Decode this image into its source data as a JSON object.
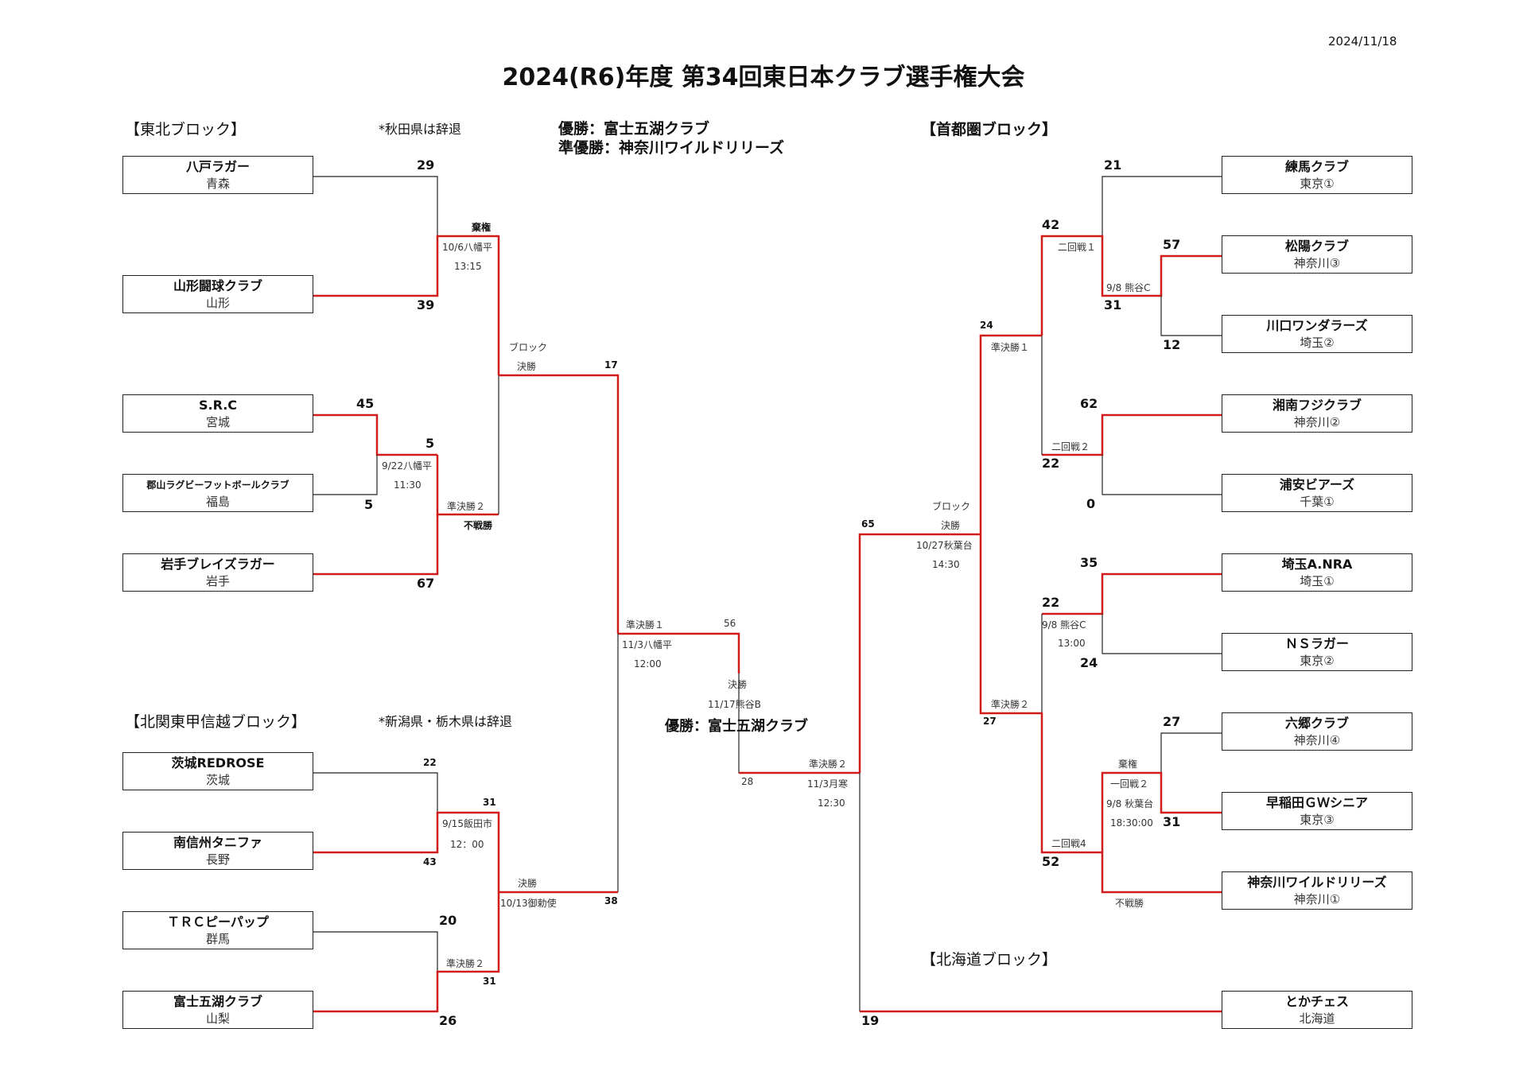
{
  "date": "2024/11/18",
  "title": "2024(R6)年度 第34回東日本クラブ選手権大会",
  "champion_line": "優勝：富士五湖クラブ",
  "runnerup_line": "準優勝：神奈川ワイルドリリーズ",
  "colors": {
    "winner_line": "#d11a1a",
    "line": "#222222"
  },
  "blocks": {
    "tohoku": {
      "heading": "【東北ブロック】",
      "note": "*秋田県は辞退"
    },
    "kitakanto": {
      "heading": "【北関東甲信越ブロック】",
      "note": "*新潟県・栃木県は辞退"
    },
    "shutoken": {
      "heading": "【首都圏ブロック】"
    },
    "hokkaido": {
      "heading": "【北海道ブロック】"
    }
  },
  "teams": {
    "hachinohe": {
      "name": "八戸ラガー",
      "pref": "青森"
    },
    "yamagata": {
      "name": "山形闘球クラブ",
      "pref": "山形"
    },
    "src": {
      "name": "S.R.C",
      "pref": "宮城"
    },
    "koriyama": {
      "name": "郡山ラグビーフットボールクラブ",
      "pref": "福島"
    },
    "iwate": {
      "name": "岩手ブレイズラガー",
      "pref": "岩手"
    },
    "ibaraki": {
      "name": "茨城REDROSE",
      "pref": "茨城"
    },
    "minamishinshu": {
      "name": "南信州タニファ",
      "pref": "長野"
    },
    "trc": {
      "name": "ＴＲＣピーパップ",
      "pref": "群馬"
    },
    "fujigoko": {
      "name": "富士五湖クラブ",
      "pref": "山梨"
    },
    "nerima": {
      "name": "練馬クラブ",
      "pref": "東京①"
    },
    "shoyo": {
      "name": "松陽クラブ",
      "pref": "神奈川③"
    },
    "kawaguchi": {
      "name": "川口ワンダラーズ",
      "pref": "埼玉②"
    },
    "shonan": {
      "name": "湘南フジクラブ",
      "pref": "神奈川②"
    },
    "urayasu": {
      "name": "浦安ビアーズ",
      "pref": "千葉①"
    },
    "saitama": {
      "name": "埼玉A.NRA",
      "pref": "埼玉①"
    },
    "ns": {
      "name": "ＮＳラガー",
      "pref": "東京②"
    },
    "rokugo": {
      "name": "六郷クラブ",
      "pref": "神奈川④"
    },
    "waseda": {
      "name": "早稲田ＧＷシニア",
      "pref": "東京③"
    },
    "kanagawa": {
      "name": "神奈川ワイルドリリーズ",
      "pref": "神奈川①"
    },
    "tokachi": {
      "name": "とかチェス",
      "pref": "北海道"
    }
  },
  "scores": {
    "hachinohe": "29",
    "yamagata": "39",
    "src": "45",
    "koriyama": "5",
    "src_r2": "5",
    "iwate": "67",
    "tohoku_final_a": "17",
    "ibaraki": "22",
    "minamishinshu": "43",
    "kita_sf1": "31",
    "trc": "20",
    "fujigoko": "26",
    "kita_sf2": "31",
    "kita_final_b": "38",
    "nerima": "21",
    "shoyo": "57",
    "kawaguchi": "12",
    "r2_1_lower": "31",
    "r2_1_upper": "42",
    "shonan": "62",
    "urayasu": "0",
    "r2_2": "22",
    "shuto_sf1": "24",
    "saitama": "35",
    "ns": "24",
    "r2_3": "22",
    "rokugo": "27",
    "waseda": "31",
    "r2_4": "52",
    "shuto_sf2": "27",
    "shuto_final": "65",
    "tokachi": "19",
    "ef_sf1": "56",
    "ef_sf2": "28"
  },
  "labels": {
    "kiken1": "棄権",
    "m_hachi_date": "10/6八幡平",
    "m_hachi_time": "13:15",
    "block_kana": "ブロック",
    "kessho": "決勝",
    "m_src_date": "9/22八幡平",
    "m_src_time": "11:30",
    "junkessho2": "準決勝２",
    "fusensho": "不戦勝",
    "ef_sf1": "準決勝１",
    "ef_sf1_date": "11/3八幡平",
    "ef_sf1_time": "12:00",
    "final": "決勝",
    "final_date": "11/17熊谷B",
    "final_champion": "優勝：富士五湖クラブ",
    "ef_sf2": "準決勝２",
    "ef_sf2_date": "11/3月寒",
    "ef_sf2_time": "12:30",
    "kita_m1_date": "9/15飯田市",
    "kita_m1_time": "12：00",
    "kita_final": "決勝",
    "kita_final_date": "10/13御勅使",
    "kita_sf2": "準決勝２",
    "r2_1": "二回戦１",
    "r2_1_date": "9/8 熊谷C",
    "shuto_sf1": "準決勝１",
    "r2_2": "二回戦２",
    "shuto_block": "ブロック",
    "shuto_kessho": "決勝",
    "shuto_final_date": "10/27秋葉台",
    "shuto_final_time": "14:30",
    "r2_3_date": "9/8 熊谷C",
    "r2_3_time": "13:00",
    "shuto_sf2": "準決勝２",
    "kiken2": "棄権",
    "r1_2": "一回戦２",
    "r1_2_date": "9/8 秋葉台",
    "r1_2_time": "18:30:00",
    "r2_4": "二回戦4",
    "fusensho2": "不戦勝"
  }
}
